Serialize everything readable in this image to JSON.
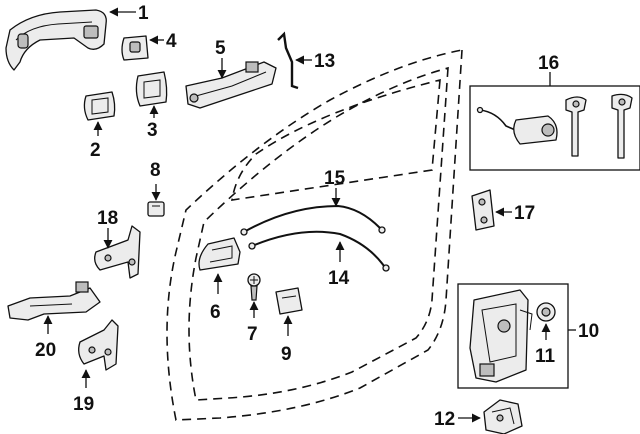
{
  "diagram": {
    "callouts": {
      "c1": "1",
      "c2": "2",
      "c3": "3",
      "c4": "4",
      "c5": "5",
      "c6": "6",
      "c7": "7",
      "c8": "8",
      "c9": "9",
      "c10": "10",
      "c11": "11",
      "c12": "12",
      "c13": "13",
      "c14": "14",
      "c15": "15",
      "c16": "16",
      "c17": "17",
      "c18": "18",
      "c19": "19",
      "c20": "20"
    },
    "colors": {
      "ink": "#111111",
      "part_fill": "#ececec",
      "shade": "#bdbdbd"
    }
  }
}
